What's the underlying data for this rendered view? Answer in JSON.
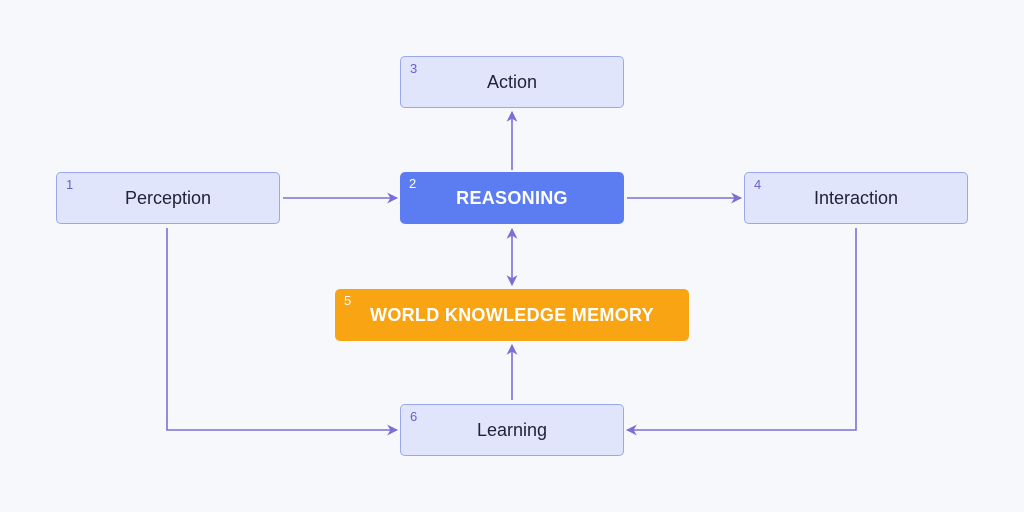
{
  "diagram": {
    "nodes": [
      {
        "id": "perception",
        "number": "1",
        "label": "Perception"
      },
      {
        "id": "reasoning",
        "number": "2",
        "label": "REASONING"
      },
      {
        "id": "action",
        "number": "3",
        "label": "Action"
      },
      {
        "id": "interaction",
        "number": "4",
        "label": "Interaction"
      },
      {
        "id": "memory",
        "number": "5",
        "label": "WORLD KNOWLEDGE MEMORY"
      },
      {
        "id": "learning",
        "number": "6",
        "label": "Learning"
      }
    ],
    "edges": [
      {
        "from": "perception",
        "to": "reasoning"
      },
      {
        "from": "reasoning",
        "to": "action"
      },
      {
        "from": "reasoning",
        "to": "interaction"
      },
      {
        "from": "reasoning",
        "to": "memory",
        "bidirectional": true
      },
      {
        "from": "learning",
        "to": "memory"
      },
      {
        "from": "perception",
        "to": "learning"
      },
      {
        "from": "interaction",
        "to": "learning"
      }
    ],
    "colors": {
      "background": "#f7f8fc",
      "node_fill": "#e0e5fb",
      "node_border": "#9aa7ee",
      "reasoning_fill": "#5b7df1",
      "memory_fill": "#f8a413",
      "arrow": "#7b6fd6"
    }
  }
}
